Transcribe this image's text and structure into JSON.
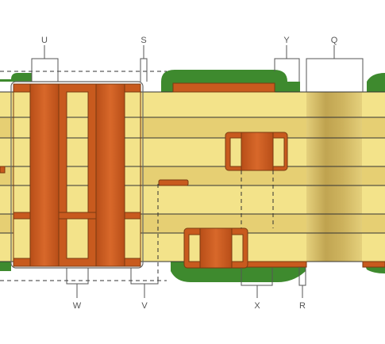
{
  "diagram": {
    "labels": {
      "u": "U",
      "s": "S",
      "y": "Y",
      "q": "Q",
      "w": "W",
      "v": "V",
      "x": "X",
      "r": "R"
    },
    "colors": {
      "copper": "#c85a1e",
      "copper_outline": "#7a3a10",
      "mask_green": "#3e8a2e",
      "mask_light": "#d9ead0",
      "layer_light": "#f3e38a",
      "layer_mid": "#e6cf73",
      "rigid_band_shadow": "#b89a48",
      "line": "#555555"
    }
  }
}
